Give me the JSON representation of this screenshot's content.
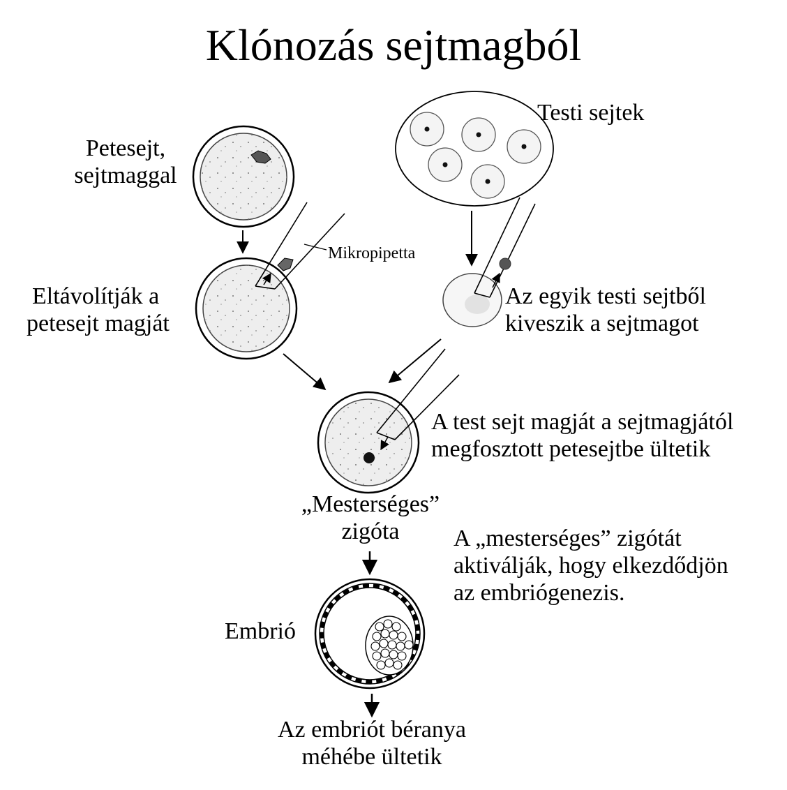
{
  "title": "Klónozás sejtmagból",
  "labels": {
    "egg_with_nucleus": [
      "Petesejt,",
      "sejtmaggal"
    ],
    "somatic_cells": "Testi sejtek",
    "micropipette": "Mikropipetta",
    "remove_egg_nucleus": [
      "Eltávolítják a",
      "petesejt magját"
    ],
    "take_somatic_nucleus": [
      "Az egyik testi sejtből",
      "kiveszik a sejtmagot"
    ],
    "transfer_nucleus": [
      "A test sejt magját a sejtmagjától",
      "megfosztott petesejtbe ültetik"
    ],
    "artificial_zygote": [
      "„Mesterséges”",
      "zigóta"
    ],
    "activation": [
      "A „mesterséges” zigótát",
      "aktiválják, hogy elkezdődjön",
      "az embriógenezis."
    ],
    "embryo": "Embrió",
    "implant": [
      "Az embriót béranya",
      "méhébe ültetik"
    ]
  },
  "colors": {
    "ink": "#000000",
    "cell_fill": "#eeeeee",
    "marker": "#555555"
  },
  "icons": [
    "egg-cell-icon",
    "somatic-cell-icon",
    "micropipette-icon",
    "embryo-icon",
    "arrow-icon"
  ]
}
